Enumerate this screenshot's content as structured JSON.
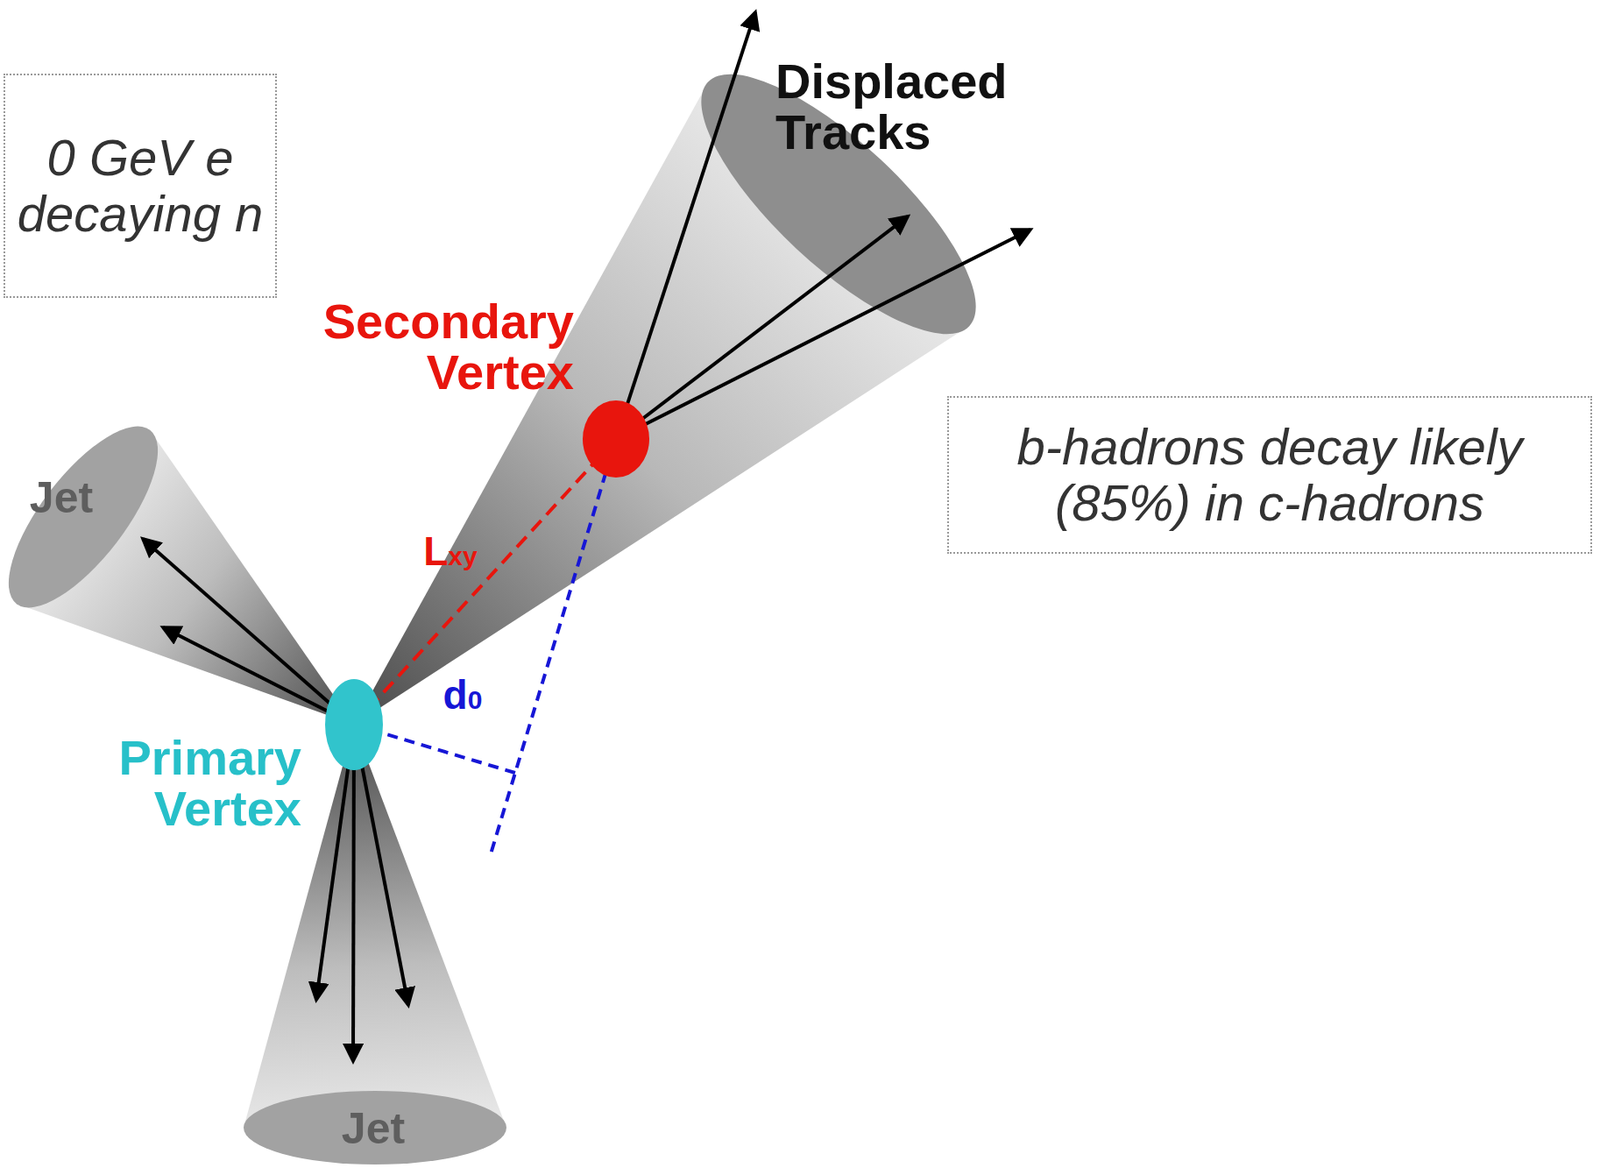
{
  "diagram": {
    "nodes": [
      {
        "text": [
          "0 GeV e decaying n"
        ]
      },
      {
        "text": [
          "b-hadrons decay likely (85%) in c-hadrons"
        ]
      }
    ],
    "labels": [
      "Displaced Tracks",
      "Secondary Vertex",
      "Jet",
      "Lxy",
      "d0",
      "Primary Vertex",
      "Jet"
    ]
  }
}
